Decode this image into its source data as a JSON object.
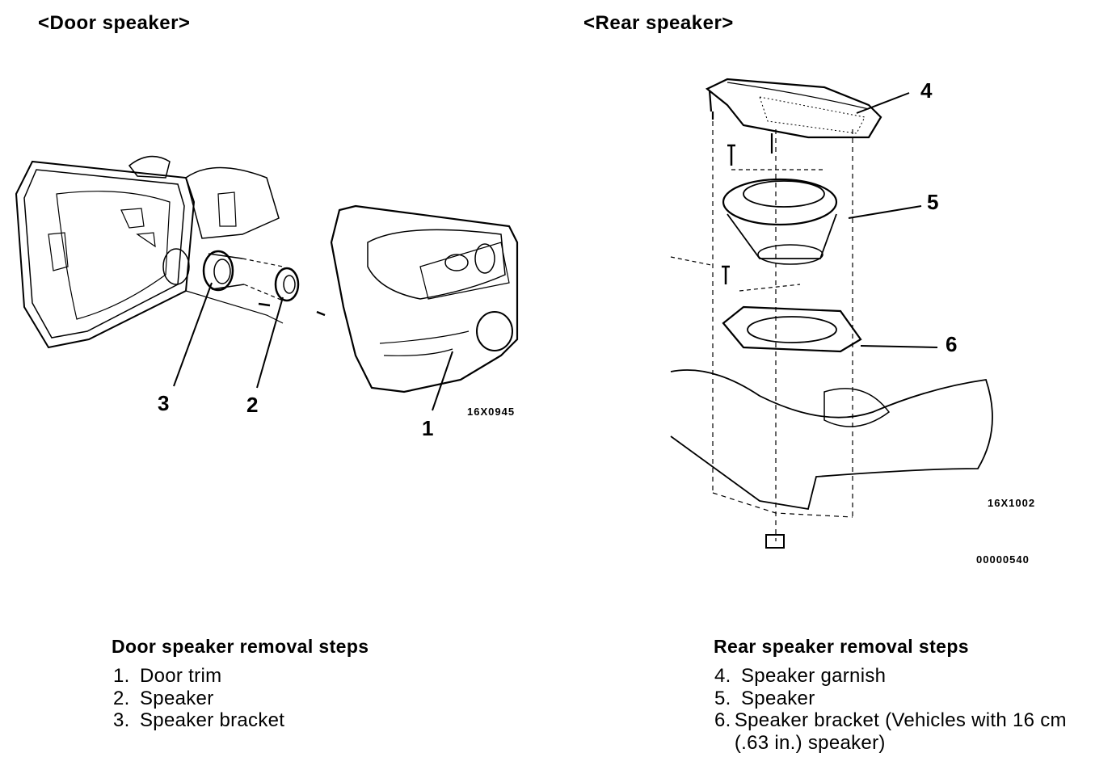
{
  "door": {
    "heading": "<Door speaker>",
    "figure_code": "16X0945",
    "callouts": [
      "1",
      "2",
      "3"
    ],
    "steps_title": "Door speaker removal steps",
    "steps": [
      {
        "num": "1.",
        "text": "Door trim"
      },
      {
        "num": "2.",
        "text": "Speaker"
      },
      {
        "num": "3.",
        "text": "Speaker bracket"
      }
    ]
  },
  "rear": {
    "heading": "<Rear speaker>",
    "figure_code": "16X1002",
    "callouts": [
      "4",
      "5",
      "6"
    ],
    "steps_title": "Rear speaker removal steps",
    "steps": [
      {
        "num": "4.",
        "text": "Speaker garnish"
      },
      {
        "num": "5.",
        "text": "Speaker"
      },
      {
        "num": "6.",
        "text": "Speaker bracket (Vehicles with 16 cm (.63 in.) speaker)"
      }
    ]
  },
  "page_code": "00000540"
}
